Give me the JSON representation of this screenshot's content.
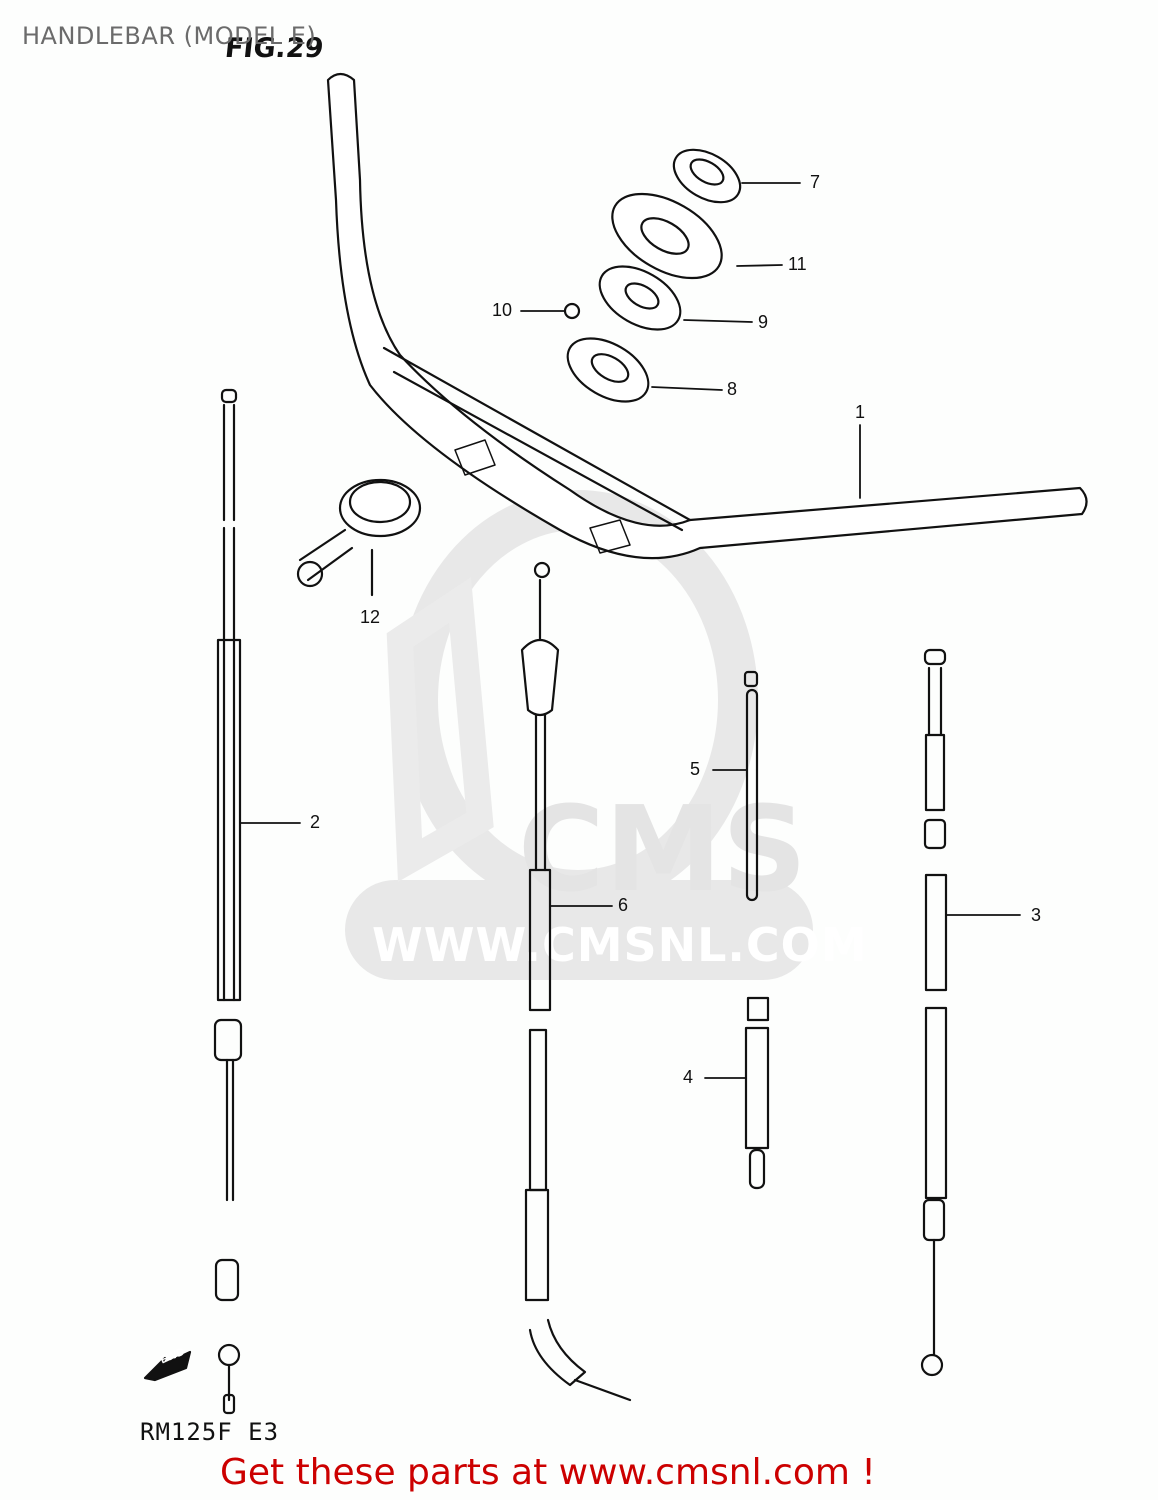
{
  "header": {
    "title": "HANDLEBAR (MODEL E)",
    "figure": "FIG.29"
  },
  "watermark": {
    "brand": "CMS",
    "url": "WWW.CMSNL.COM"
  },
  "parts": [
    {
      "ref": "1",
      "part": "handlebar"
    },
    {
      "ref": "2",
      "part": "cable"
    },
    {
      "ref": "3",
      "part": "cable"
    },
    {
      "ref": "4",
      "part": "clamp"
    },
    {
      "ref": "5",
      "part": "cable-tie"
    },
    {
      "ref": "6",
      "part": "cable"
    },
    {
      "ref": "7",
      "part": "nut"
    },
    {
      "ref": "8",
      "part": "seal"
    },
    {
      "ref": "9",
      "part": "washer"
    },
    {
      "ref": "10",
      "part": "ball"
    },
    {
      "ref": "11",
      "part": "washer"
    },
    {
      "ref": "12",
      "part": "adjuster-gauge"
    }
  ],
  "fwd_label": "FWD",
  "model_code": "RM125F E3",
  "footer": {
    "cta": "Get these parts at www.cmsnl.com !"
  },
  "colors": {
    "cta": "#cc0000",
    "title": "#6b6b6b",
    "watermark": "#e4e4e4"
  }
}
